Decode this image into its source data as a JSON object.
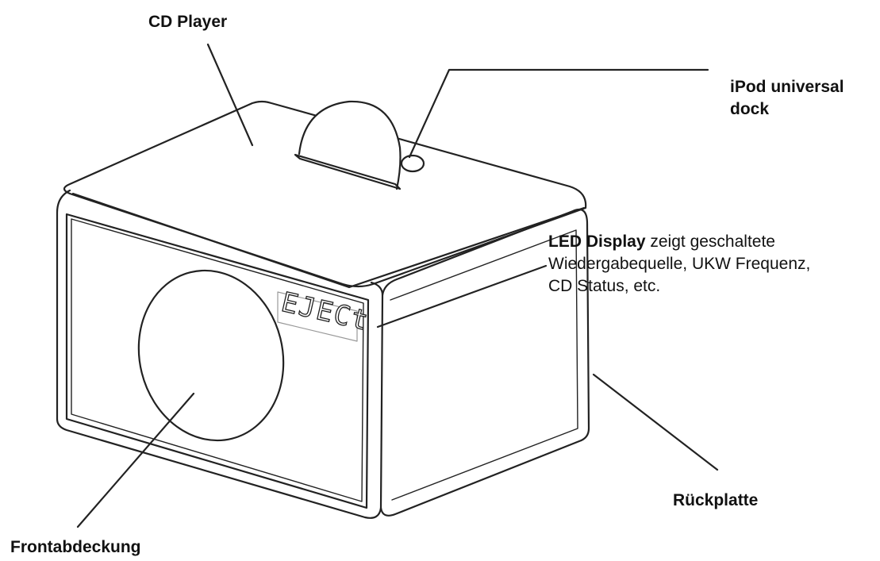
{
  "labels": {
    "cd_player": "CD Player",
    "ipod_dock_line1": "iPod universal",
    "ipod_dock_line2": "dock",
    "led_display_bold": "LED Display",
    "led_display_rest_line1": " zeigt geschaltete",
    "led_display_line2": "Wiedergabequelle, UKW Frequenz,",
    "led_display_line3": "CD Status, etc.",
    "rueckplatte": "Rückplatte",
    "frontabdeckung": "Frontabdeckung"
  },
  "device_display_text": "EJECt",
  "colors": {
    "stroke": "#222222",
    "background": "#ffffff",
    "text": "#111111"
  }
}
